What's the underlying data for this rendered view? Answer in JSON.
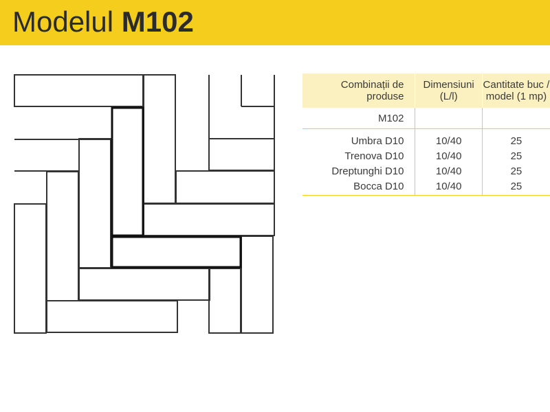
{
  "header": {
    "title_prefix": "Modelul",
    "title_code": "M102"
  },
  "table": {
    "headers": [
      "Combinații de produse",
      "Dimensiuni (L/l)",
      "Cantitate buc / model (1 mp)"
    ],
    "model_row": "M102",
    "rows": [
      {
        "product": "Umbra D10",
        "dimensions": "10/40",
        "quantity": "25"
      },
      {
        "product": "Trenova D10",
        "dimensions": "10/40",
        "quantity": "25"
      },
      {
        "product": "Dreptunghi D10",
        "dimensions": "10/40",
        "quantity": "25"
      },
      {
        "product": "Bocca D10",
        "dimensions": "10/40",
        "quantity": "25"
      }
    ]
  },
  "colors": {
    "header_bg": "#f5cd1c",
    "table_header_bg": "#fbf0c0",
    "rule": "#f5cd1c",
    "stroke": "#333333"
  }
}
